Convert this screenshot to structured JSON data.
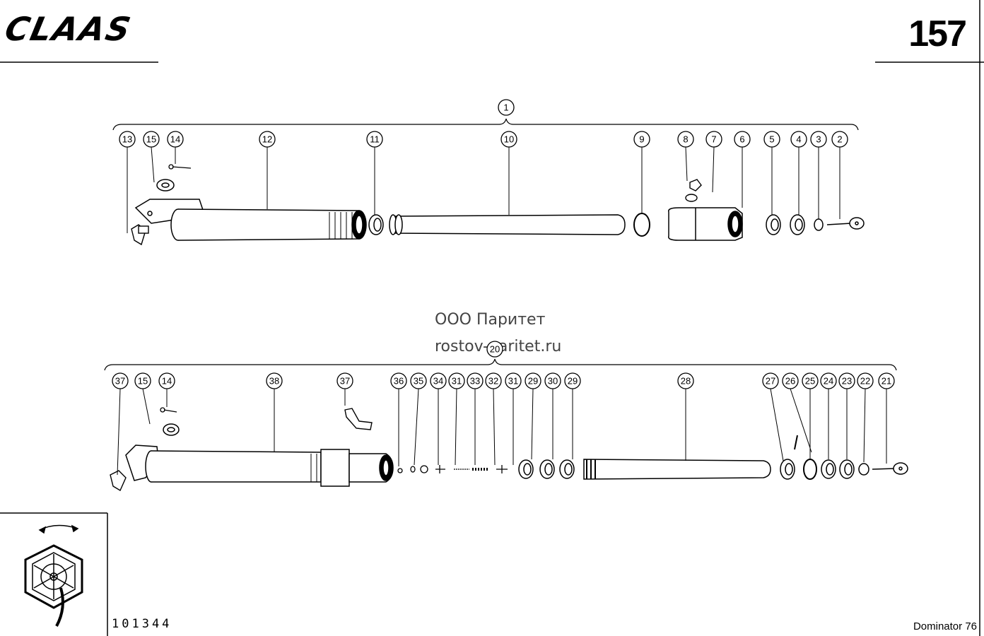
{
  "header": {
    "brand": "CLAAS",
    "page_number": "157"
  },
  "footer": {
    "drawing_number": "101344",
    "model": "Dominator 76"
  },
  "watermark": {
    "company": "ООО Паритет",
    "site": "rostov-paritet.ru"
  },
  "assemblies": [
    {
      "label": "1",
      "callouts": [
        "13",
        "15",
        "14",
        "12",
        "11",
        "10",
        "9",
        "8",
        "7",
        "6",
        "5",
        "4",
        "3",
        "2"
      ]
    },
    {
      "label": "20",
      "callouts": [
        "37",
        "15",
        "14",
        "38",
        "37",
        "36",
        "35",
        "34",
        "31",
        "33",
        "32",
        "31",
        "29",
        "30",
        "29",
        "28",
        "27",
        "26",
        "25",
        "24",
        "23",
        "22",
        "21"
      ]
    }
  ]
}
